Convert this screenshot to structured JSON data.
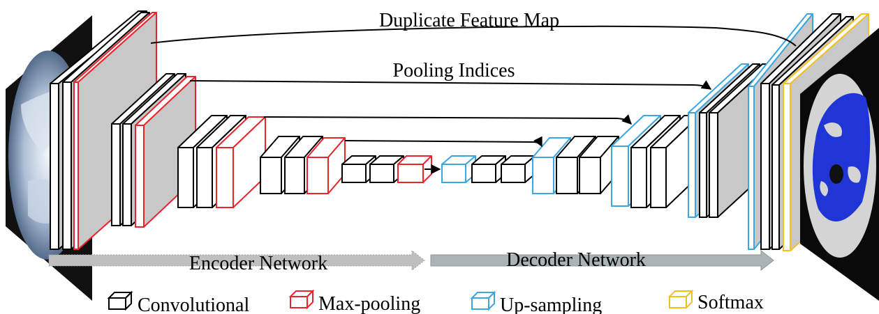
{
  "labels": {
    "skip_top": "Duplicate Feature Map",
    "skip_pooling": "Pooling Indices",
    "encoder": "Encoder Network",
    "decoder": "Decoder Network"
  },
  "legend": [
    {
      "label": "Convolutional",
      "color": "#000000",
      "icon": "convolutional-cube-icon"
    },
    {
      "label": "Max-pooling",
      "color": "#e8252b",
      "icon": "max-pooling-cube-icon"
    },
    {
      "label": "Up-sampling",
      "color": "#3aa6dd",
      "icon": "up-sampling-cube-icon"
    },
    {
      "label": "Softmax",
      "color": "#f4c01e",
      "icon": "softmax-cube-icon"
    }
  ],
  "colors": {
    "conv": "#000000",
    "pool": "#e8252b",
    "up": "#3aa6dd",
    "softmax": "#f4c01e",
    "face_gray": "#c8c8c8",
    "segmentation_blue": "#1f35d6"
  }
}
